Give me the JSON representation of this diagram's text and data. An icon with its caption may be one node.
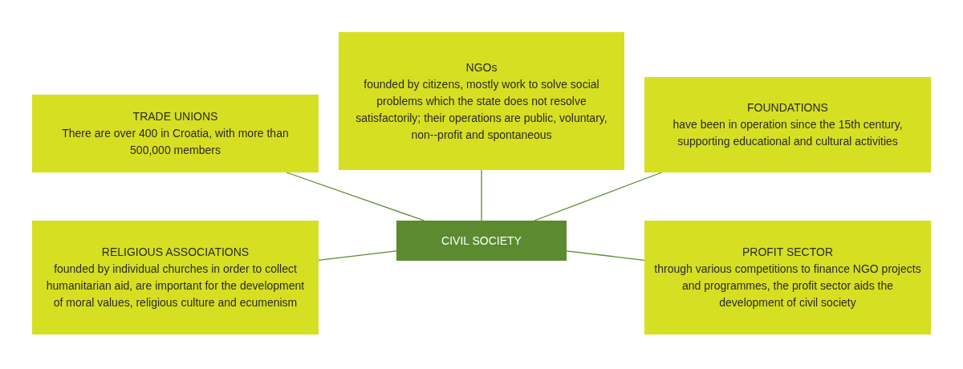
{
  "diagram": {
    "nodes": [
      {
        "text": [
          "TRADE UNIONS",
          "There are over 400 in Croatia, with more than 500,000 members"
        ]
      },
      {
        "text": [
          "NGOs",
          "founded by citizens, mostly work to solve social problems which the state does not resolve satisfactorily; their operations are public, voluntary, non--profit and spontaneous"
        ]
      },
      {
        "text": [
          "FOUNDATIONS",
          "have been in operation since the 15th century, supporting educational and cultural activities"
        ]
      },
      {
        "text": [
          "CIVIL SOCIETY"
        ]
      },
      {
        "text": [
          "RELIGIOUS ASSOCIATIONS",
          "founded by individual churches in order to collect humanitarian aid, are important for the development of moral values, religious culture and ecumenism"
        ]
      },
      {
        "text": [
          "PROFIT SECTOR",
          "through various competitions to finance NGO projects and programmes, the profit sector aids the development of civil society"
        ]
      }
    ],
    "edges": [
      {
        "from": 3,
        "to": 0,
        "arrow": "none"
      },
      {
        "from": 3,
        "to": 1,
        "arrow": "none"
      },
      {
        "from": 3,
        "to": 2,
        "arrow": "none"
      },
      {
        "from": 3,
        "to": 4,
        "arrow": "none"
      },
      {
        "from": 3,
        "to": 5,
        "arrow": "none"
      }
    ]
  }
}
